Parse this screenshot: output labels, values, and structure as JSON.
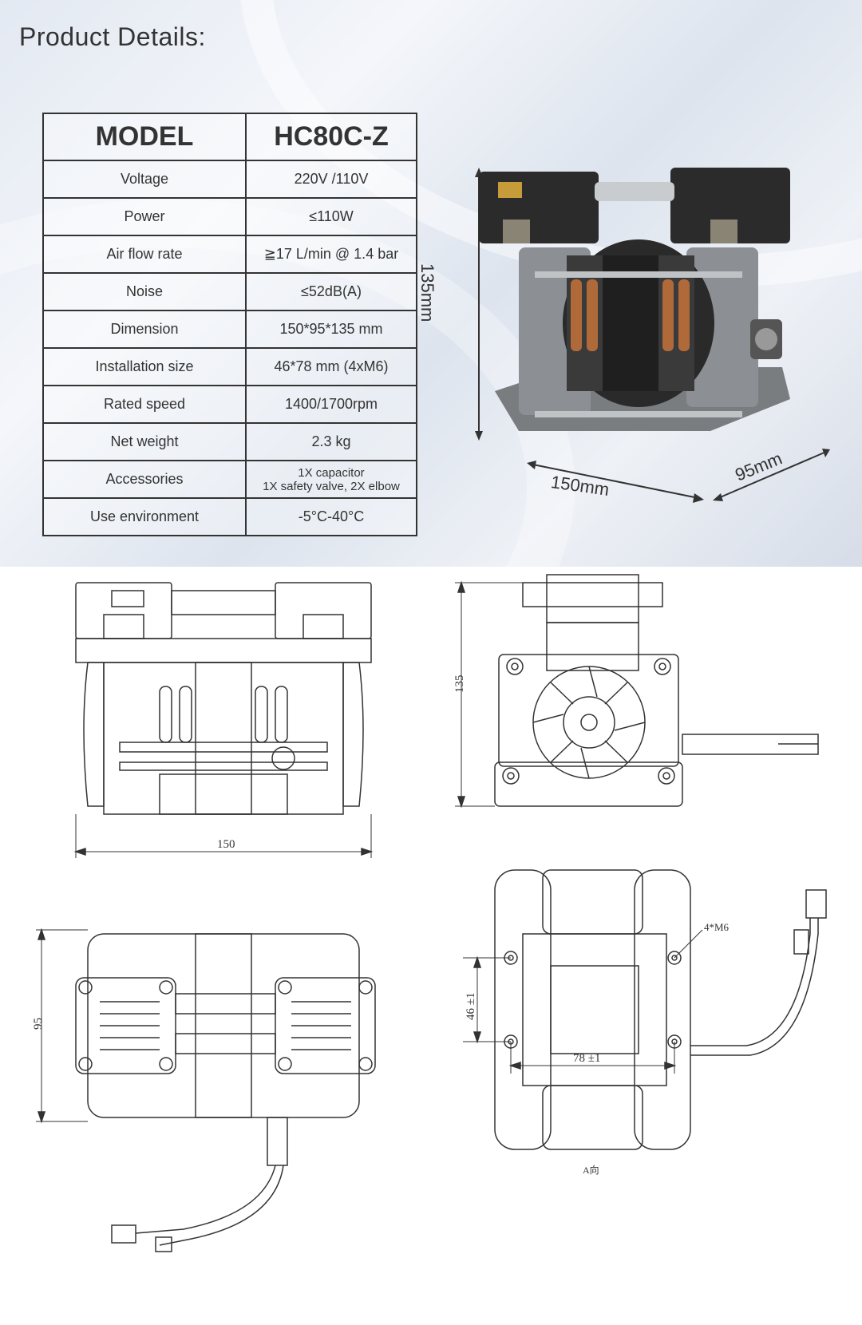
{
  "page": {
    "title": "Product Details:"
  },
  "spec_table": {
    "header": {
      "key": "MODEL",
      "value": "HC80C-Z"
    },
    "rows": [
      {
        "key": "Voltage",
        "value": "220V /110V"
      },
      {
        "key": "Power",
        "value": "≤110W"
      },
      {
        "key": "Air flow rate",
        "value": "≧17 L/min @ 1.4 bar"
      },
      {
        "key": "Noise",
        "value": "≤52dB(A)"
      },
      {
        "key": "Dimension",
        "value": "150*95*135 mm"
      },
      {
        "key": "Installation size",
        "value": "46*78 mm (4xM6)"
      },
      {
        "key": "Rated speed",
        "value": "1400/1700rpm"
      },
      {
        "key": "Net weight",
        "value": "2.3 kg"
      },
      {
        "key": "Accessories",
        "value_line1": "1X capacitor",
        "value_line2": "1X safety valve, 2X elbow"
      },
      {
        "key": "Use environment",
        "value": "-5°C-40°C"
      }
    ]
  },
  "photo_dims": {
    "height": "135mm",
    "length": "150mm",
    "width": "95mm"
  },
  "drawings": {
    "front_width": "150",
    "side_height": "135",
    "top_depth": "95",
    "bottom_spacing_v": "46 ±1",
    "bottom_spacing_h": "78 ±1",
    "bottom_holes": "4*M6",
    "bottom_caption": "A向"
  }
}
